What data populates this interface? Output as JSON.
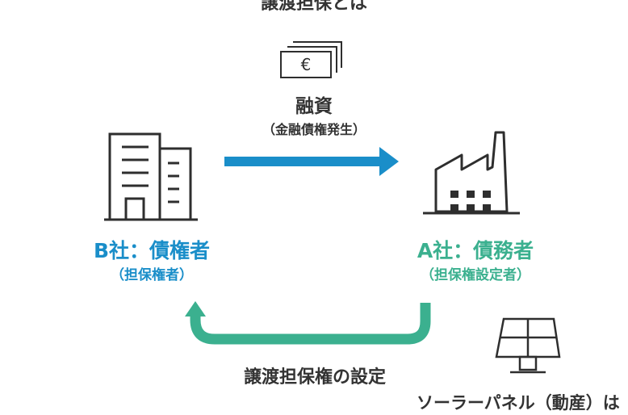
{
  "title": "譲渡担保とは",
  "loan": {
    "label": "融資",
    "sublabel": "（金融債権発生）"
  },
  "creditor": {
    "role": "B社：債権者",
    "sub": "（担保権者）"
  },
  "debtor": {
    "role": "A社：債務者",
    "sub": "（担保権設定者）"
  },
  "transfer": {
    "label": "譲渡担保権の設定"
  },
  "collateral": {
    "label": "ソーラーパネル（動産）は"
  },
  "colors": {
    "blue": "#1a8ec9",
    "green": "#3bb08f",
    "icon": "#2e2e2e"
  },
  "icons": {
    "cash": "euro-banknote-icon",
    "creditor": "office-building-icon",
    "debtor": "factory-icon",
    "collateral": "solar-panel-icon"
  }
}
